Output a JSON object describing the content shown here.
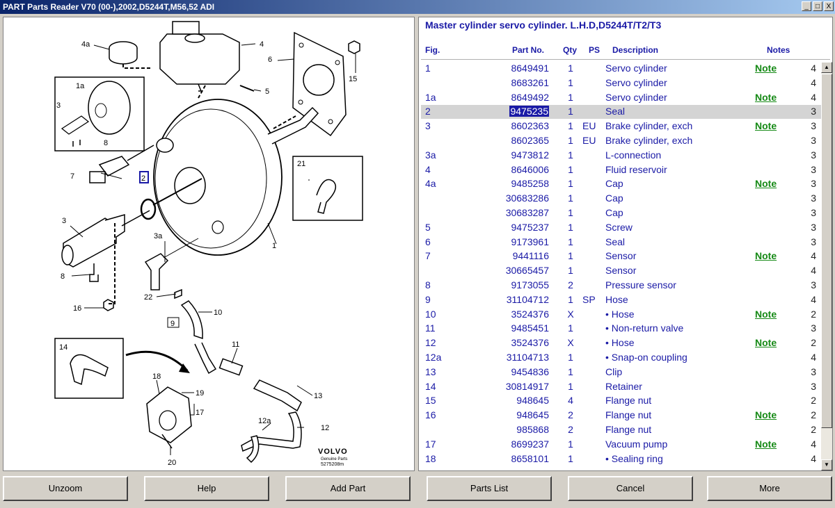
{
  "window": {
    "title": "PART Parts Reader V70 (00-),2002,D5244T,M56,52 ADI",
    "minimize": "_",
    "restore": "□",
    "close": "X"
  },
  "diagram": {
    "callouts": [
      "4a",
      "4",
      "6",
      "15",
      "5",
      "1a",
      "3",
      "8",
      "21",
      "7",
      "2",
      "1",
      "3",
      "3a",
      "8",
      "22",
      "10",
      "16",
      "9",
      "14",
      "11",
      "13",
      "18",
      "19",
      "17",
      "12a",
      "12",
      "20"
    ],
    "brand": {
      "name": "VOLVO",
      "sub": "Genuine Parts",
      "code": "5275208m"
    }
  },
  "parts_panel": {
    "title": "Master cylinder servo cylinder. L.H.D,D5244T/T2/T3",
    "headers": {
      "fig": "Fig.",
      "part_no": "Part No.",
      "qty": "Qty",
      "ps": "PS",
      "description": "Description",
      "notes": "Notes"
    },
    "selected_index": 3,
    "rows": [
      {
        "fig": "1",
        "part": "8649491",
        "qty": "1",
        "ps": "",
        "desc": "Servo cylinder",
        "note": "Note",
        "lvl": "4"
      },
      {
        "fig": "",
        "part": "8683261",
        "qty": "1",
        "ps": "",
        "desc": "Servo cylinder",
        "note": "",
        "lvl": "4"
      },
      {
        "fig": "1a",
        "part": "8649492",
        "qty": "1",
        "ps": "",
        "desc": "Servo cylinder",
        "note": "Note",
        "lvl": "4"
      },
      {
        "fig": "2",
        "part": "9475235",
        "qty": "1",
        "ps": "",
        "desc": "Seal",
        "note": "",
        "lvl": "3"
      },
      {
        "fig": "3",
        "part": "8602363",
        "qty": "1",
        "ps": "EU",
        "desc": "Brake cylinder, exch",
        "note": "Note",
        "lvl": "3"
      },
      {
        "fig": "",
        "part": "8602365",
        "qty": "1",
        "ps": "EU",
        "desc": "Brake cylinder, exch",
        "note": "",
        "lvl": "3"
      },
      {
        "fig": "3a",
        "part": "9473812",
        "qty": "1",
        "ps": "",
        "desc": "L-connection",
        "note": "",
        "lvl": "3"
      },
      {
        "fig": "4",
        "part": "8646006",
        "qty": "1",
        "ps": "",
        "desc": "Fluid reservoir",
        "note": "",
        "lvl": "3"
      },
      {
        "fig": "4a",
        "part": "9485258",
        "qty": "1",
        "ps": "",
        "desc": "Cap",
        "note": "Note",
        "lvl": "3"
      },
      {
        "fig": "",
        "part": "30683286",
        "qty": "1",
        "ps": "",
        "desc": "Cap",
        "note": "",
        "lvl": "3"
      },
      {
        "fig": "",
        "part": "30683287",
        "qty": "1",
        "ps": "",
        "desc": "Cap",
        "note": "",
        "lvl": "3"
      },
      {
        "fig": "5",
        "part": "9475237",
        "qty": "1",
        "ps": "",
        "desc": "Screw",
        "note": "",
        "lvl": "3"
      },
      {
        "fig": "6",
        "part": "9173961",
        "qty": "1",
        "ps": "",
        "desc": "Seal",
        "note": "",
        "lvl": "3"
      },
      {
        "fig": "7",
        "part": "9441116",
        "qty": "1",
        "ps": "",
        "desc": "Sensor",
        "note": "Note",
        "lvl": "4"
      },
      {
        "fig": "",
        "part": "30665457",
        "qty": "1",
        "ps": "",
        "desc": "Sensor",
        "note": "",
        "lvl": "4"
      },
      {
        "fig": "8",
        "part": "9173055",
        "qty": "2",
        "ps": "",
        "desc": "Pressure sensor",
        "note": "",
        "lvl": "3"
      },
      {
        "fig": "9",
        "part": "31104712",
        "qty": "1",
        "ps": "SP",
        "desc": "Hose",
        "note": "",
        "lvl": "4"
      },
      {
        "fig": "10",
        "part": "3524376",
        "qty": "X",
        "ps": "",
        "desc": "• Hose",
        "note": "Note",
        "lvl": "2"
      },
      {
        "fig": "11",
        "part": "9485451",
        "qty": "1",
        "ps": "",
        "desc": "• Non-return valve",
        "note": "",
        "lvl": "3"
      },
      {
        "fig": "12",
        "part": "3524376",
        "qty": "X",
        "ps": "",
        "desc": "• Hose",
        "note": "Note",
        "lvl": "2"
      },
      {
        "fig": "12a",
        "part": "31104713",
        "qty": "1",
        "ps": "",
        "desc": "• Snap-on coupling",
        "note": "",
        "lvl": "4"
      },
      {
        "fig": "13",
        "part": "9454836",
        "qty": "1",
        "ps": "",
        "desc": "Clip",
        "note": "",
        "lvl": "3"
      },
      {
        "fig": "14",
        "part": "30814917",
        "qty": "1",
        "ps": "",
        "desc": "Retainer",
        "note": "",
        "lvl": "3"
      },
      {
        "fig": "15",
        "part": "948645",
        "qty": "4",
        "ps": "",
        "desc": "Flange nut",
        "note": "",
        "lvl": "2"
      },
      {
        "fig": "16",
        "part": "948645",
        "qty": "2",
        "ps": "",
        "desc": "Flange nut",
        "note": "Note",
        "lvl": "2"
      },
      {
        "fig": "",
        "part": "985868",
        "qty": "2",
        "ps": "",
        "desc": "Flange nut",
        "note": "",
        "lvl": "2"
      },
      {
        "fig": "17",
        "part": "8699237",
        "qty": "1",
        "ps": "",
        "desc": "Vacuum pump",
        "note": "Note",
        "lvl": "4"
      },
      {
        "fig": "18",
        "part": "8658101",
        "qty": "1",
        "ps": "",
        "desc": "• Sealing ring",
        "note": "",
        "lvl": "4"
      }
    ]
  },
  "buttons": {
    "unzoom": "Unzoom",
    "help": "Help",
    "add_part": "Add Part",
    "parts_list": "Parts List",
    "cancel": "Cancel",
    "more": "More"
  },
  "scroll_arrows": {
    "up": "▲",
    "down": "▼"
  }
}
